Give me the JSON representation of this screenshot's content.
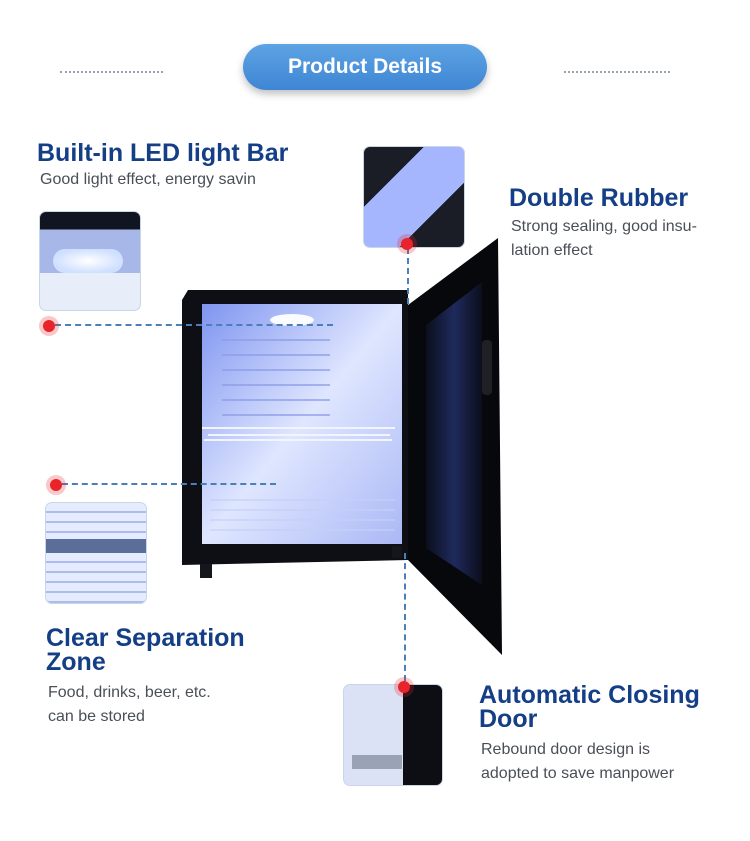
{
  "header": {
    "title": "Product Details"
  },
  "features": {
    "led": {
      "title": "Built-in LED light Bar",
      "desc": "Good light effect, energy savin"
    },
    "rubber": {
      "title": "Double Rubber",
      "desc_line1": "Strong sealing, good insu-",
      "desc_line2": "lation effect"
    },
    "separation": {
      "title_line1": "Clear Separation",
      "title_line2": "Zone",
      "desc_line1": "Food, drinks, beer, etc.",
      "desc_line2": "can be stored"
    },
    "door": {
      "title_line1": "Automatic Closing",
      "title_line2": "Door",
      "desc_line1": "Rebound door design is",
      "desc_line2": "adopted to save manpower"
    }
  },
  "colors": {
    "heading": "#143e86",
    "accent": "#3e86d4",
    "marker": "#e8232a"
  }
}
